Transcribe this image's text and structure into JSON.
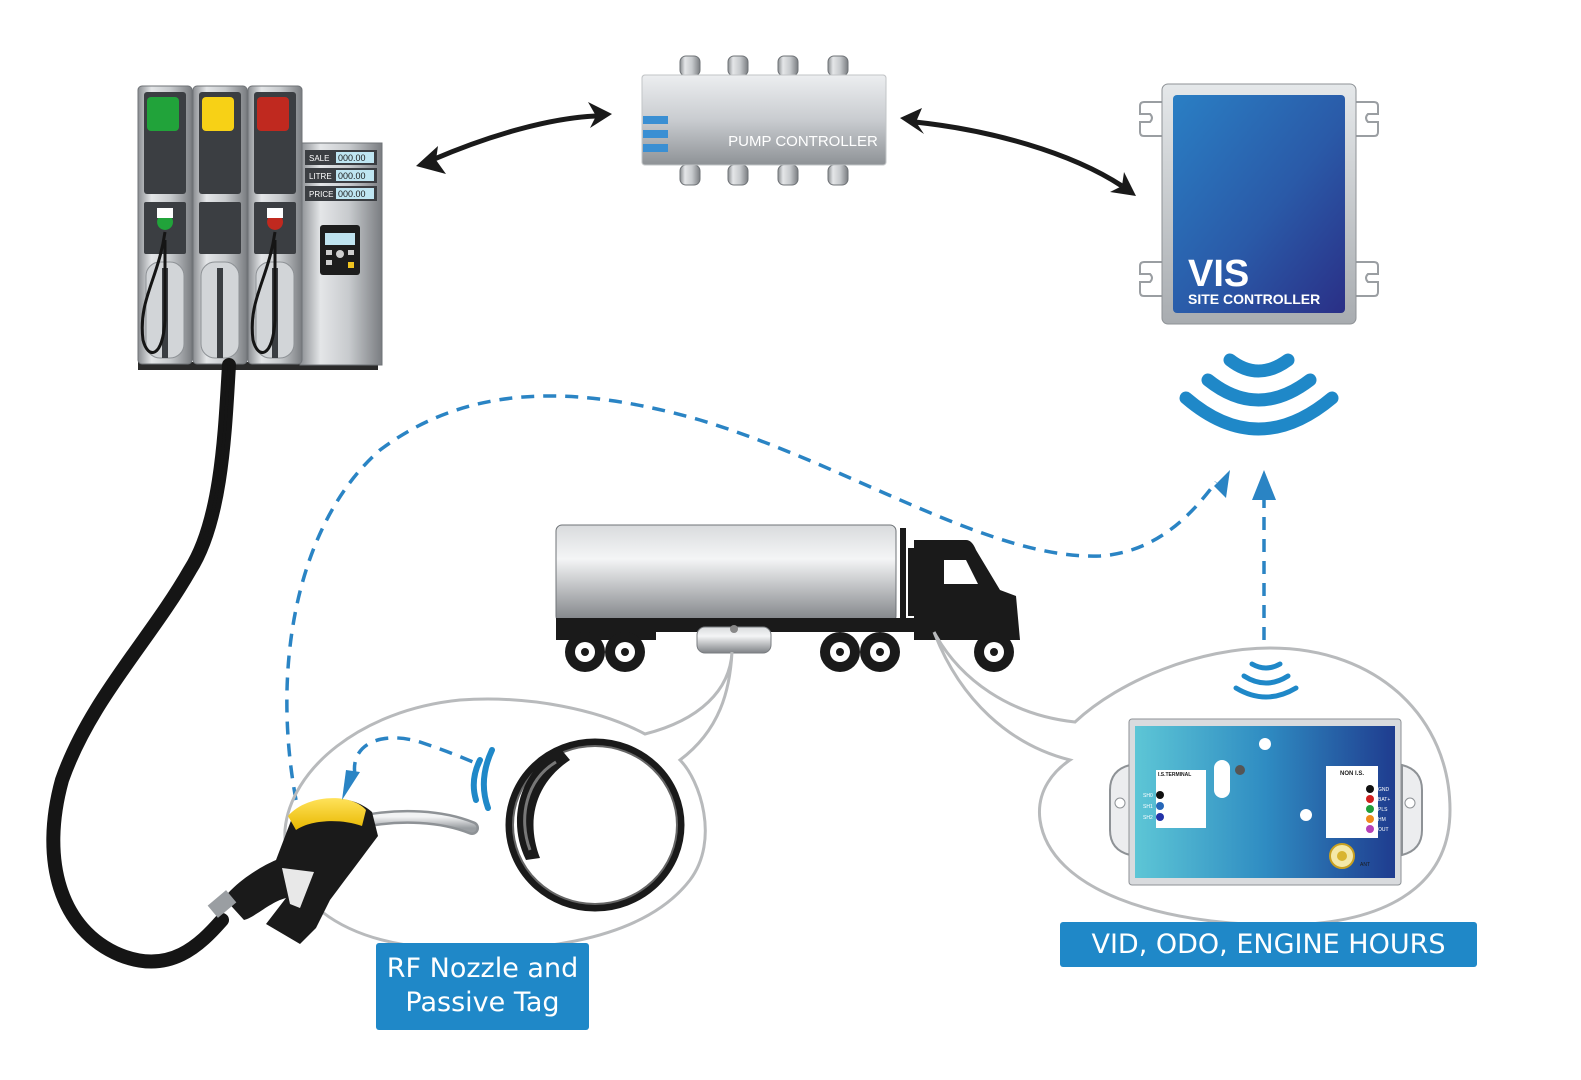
{
  "dispenser": {
    "displays": [
      {
        "label": "SALE",
        "value": "000.00"
      },
      {
        "label": "LITRE",
        "value": "000.00"
      },
      {
        "label": "PRICE",
        "value": "000.00"
      }
    ],
    "nozzle_colors": [
      "#21a33a",
      "#f7d116",
      "#c0291f"
    ]
  },
  "pump_controller": {
    "title": "PUMP CONTROLLER"
  },
  "site_controller": {
    "brand": "VIS",
    "subtitle": "SITE CONTROLLER"
  },
  "vid_module": {
    "left_panel_title": "I.S.TERMINAL",
    "left_pins": [
      "SH0",
      "SH1",
      "SH2"
    ],
    "right_panel_title": "NON I.S.",
    "right_pins": [
      "GND",
      "BAT+",
      "PLS",
      "HM",
      "OUT"
    ],
    "antenna_label": "ANT",
    "pin_colors_left": [
      "#111111",
      "#2767b8",
      "#2333a8"
    ],
    "pin_colors_right": [
      "#111111",
      "#d01f1f",
      "#1f9e3a",
      "#f08a1c",
      "#b640b8"
    ]
  },
  "labels": {
    "rf_line1": "RF Nozzle and",
    "rf_line2": "Passive Tag",
    "vid": "VID, ODO, ENGINE HOURS"
  },
  "colors": {
    "accent_blue": "#1f88c8",
    "dash_blue": "#2a84c4",
    "arrow_black": "#1a1a1a"
  },
  "icons": [
    "fuel-dispenser-icon",
    "pump-controller-icon",
    "site-controller-icon",
    "wifi-icon",
    "truck-icon",
    "fuel-nozzle-icon",
    "passive-tag-ring-icon",
    "vid-module-icon"
  ]
}
